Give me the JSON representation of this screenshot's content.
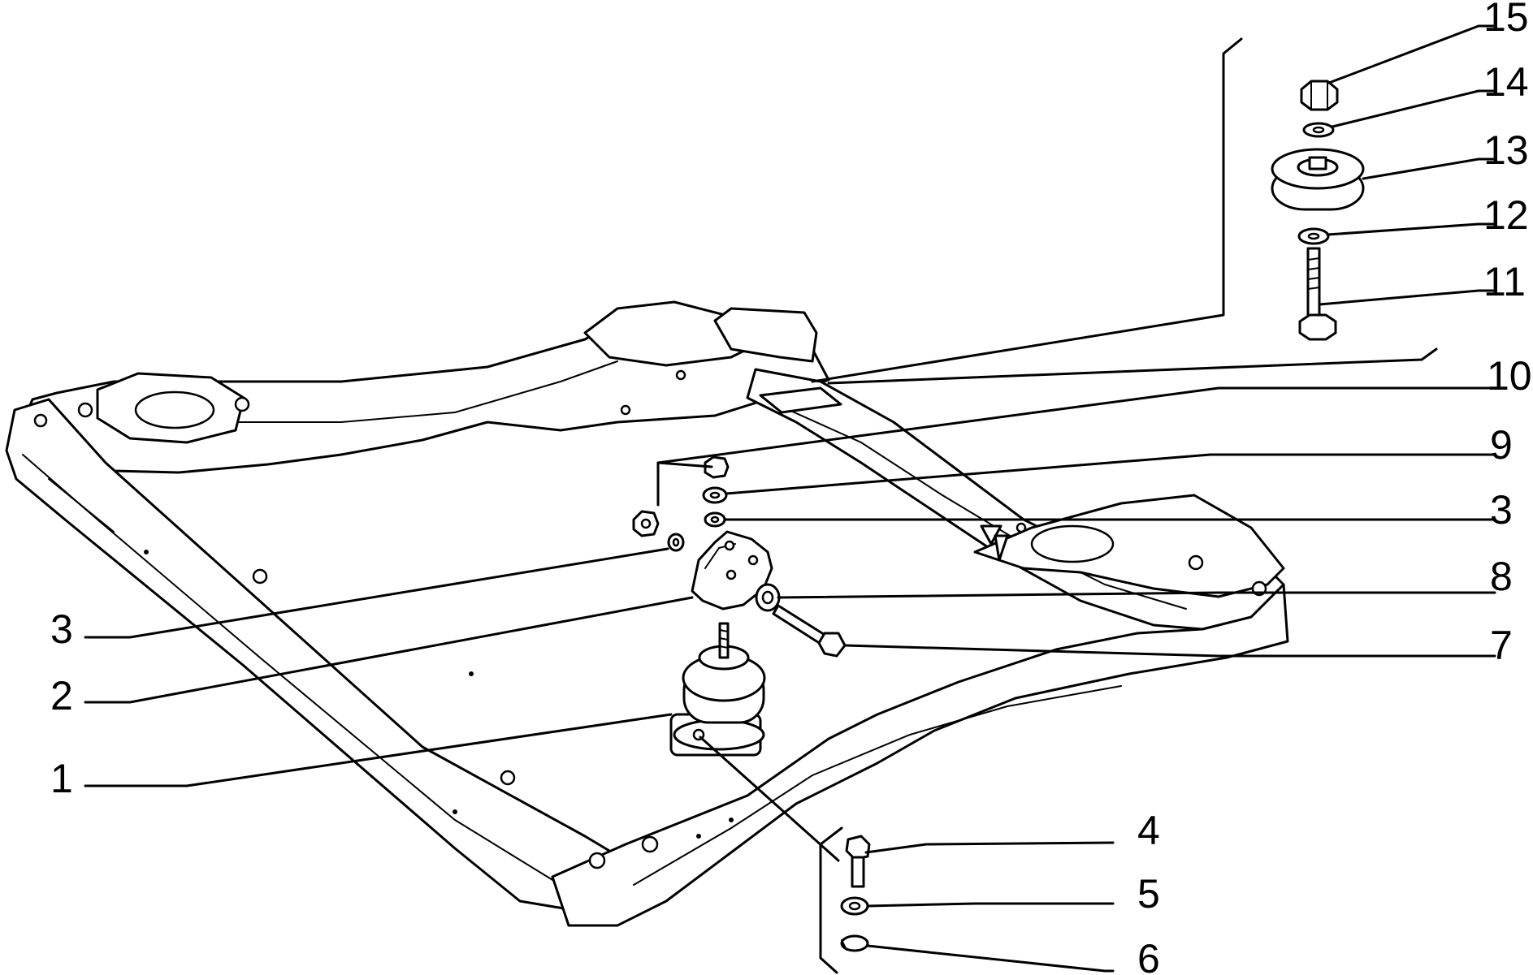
{
  "diagram": {
    "callouts": [
      {
        "id": "c15",
        "label": "15"
      },
      {
        "id": "c14",
        "label": "14"
      },
      {
        "id": "c13",
        "label": "13"
      },
      {
        "id": "c12",
        "label": "12"
      },
      {
        "id": "c11",
        "label": "11"
      },
      {
        "id": "c10",
        "label": "10"
      },
      {
        "id": "c9",
        "label": "9"
      },
      {
        "id": "c3r",
        "label": "3"
      },
      {
        "id": "c8",
        "label": "8"
      },
      {
        "id": "c7",
        "label": "7"
      },
      {
        "id": "c3l",
        "label": "3"
      },
      {
        "id": "c2",
        "label": "2"
      },
      {
        "id": "c1",
        "label": "1"
      },
      {
        "id": "c4",
        "label": "4"
      },
      {
        "id": "c5",
        "label": "5"
      },
      {
        "id": "c6",
        "label": "6"
      }
    ]
  }
}
